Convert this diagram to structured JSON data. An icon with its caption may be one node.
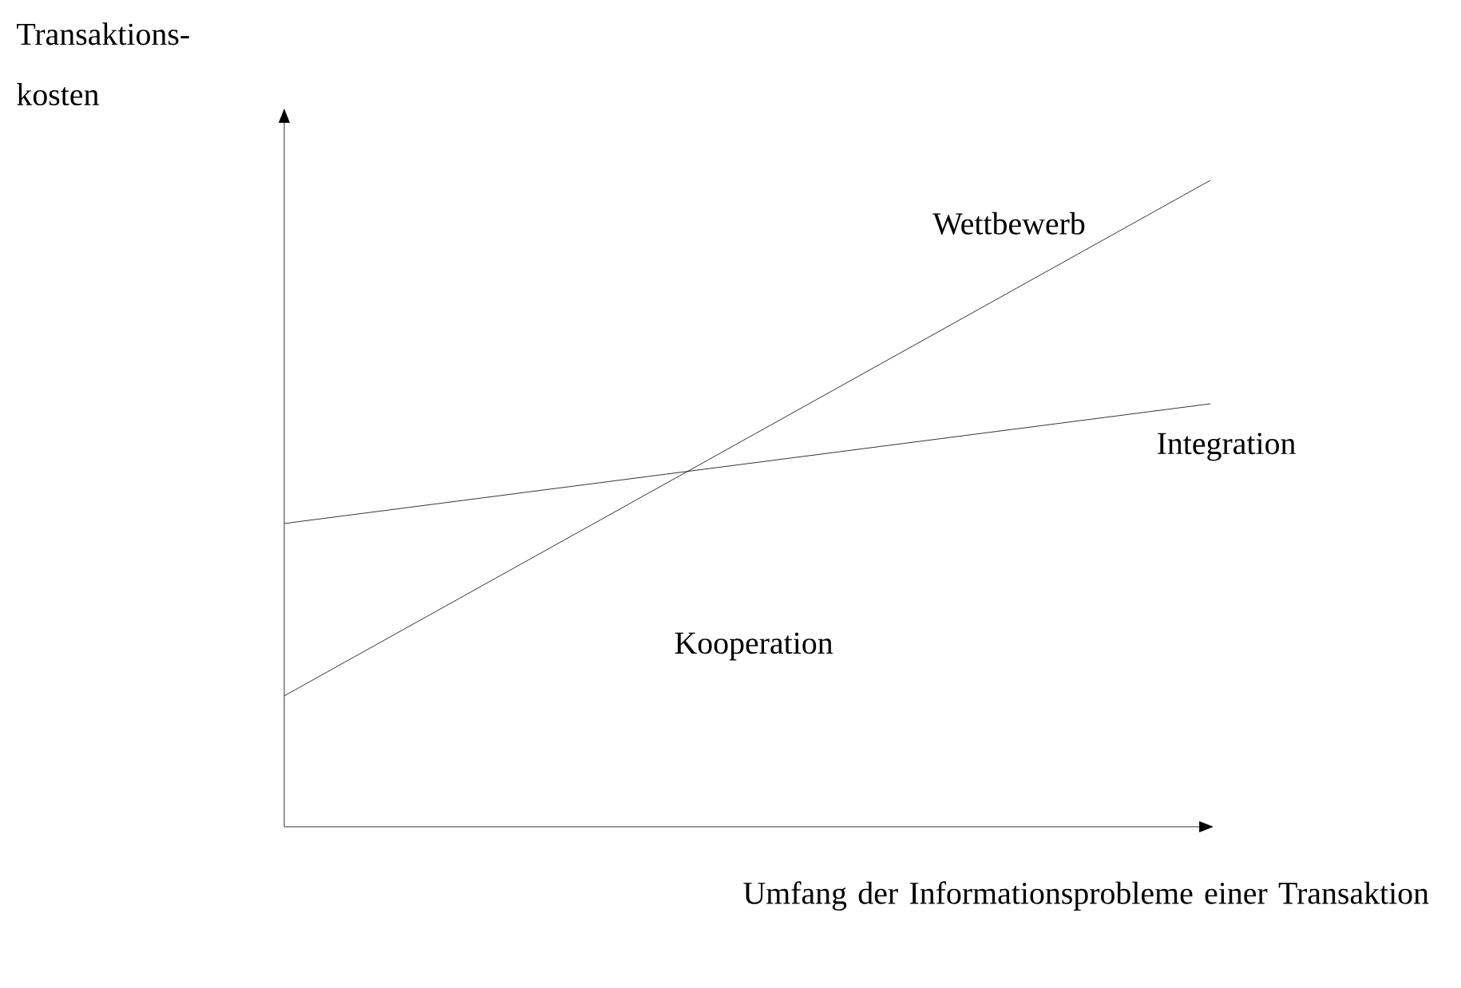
{
  "diagram": {
    "labels": [
      "Transaktions-kosten",
      "Wettbewerb",
      "Integration",
      "Kooperation",
      "Umfang der Informationsprobleme einer Transaktion"
    ]
  }
}
